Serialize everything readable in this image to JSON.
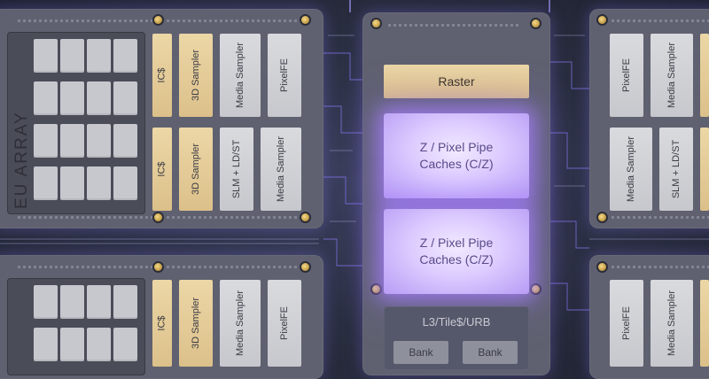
{
  "eu_array_label": "EU ARRAY",
  "center": {
    "raster": "Raster",
    "pipe_top": {
      "line1": "Z / Pixel Pipe",
      "line2": "Caches (C/Z)"
    },
    "pipe_bottom": {
      "line1": "Z / Pixel Pipe",
      "line2": "Caches (C/Z)"
    },
    "l3": "L3/Tile$/URB",
    "bank_left": "Bank",
    "bank_right": "Bank"
  },
  "left_top": {
    "row1": [
      "IC$",
      "3D Sampler",
      "Media Sampler",
      "PixelFE"
    ],
    "row2": [
      "IC$",
      "3D Sampler",
      "SLM + LD/ST",
      "Media Sampler"
    ]
  },
  "left_bottom": {
    "row1": [
      "IC$",
      "3D Sampler",
      "Media Sampler",
      "PixelFE"
    ]
  },
  "right_top": {
    "row1": [
      "PixelFE",
      "Media Sampler"
    ],
    "row2": [
      "Media Sampler",
      "SLM + LD/ST"
    ]
  },
  "right_bottom": {
    "row1": [
      "PixelFE",
      "Media Sampler"
    ]
  },
  "colors": {
    "gold_block": "#e6cf9c",
    "gray_block": "#d2d3d8",
    "board": "#5f6170",
    "glow": "#b89cf5"
  }
}
